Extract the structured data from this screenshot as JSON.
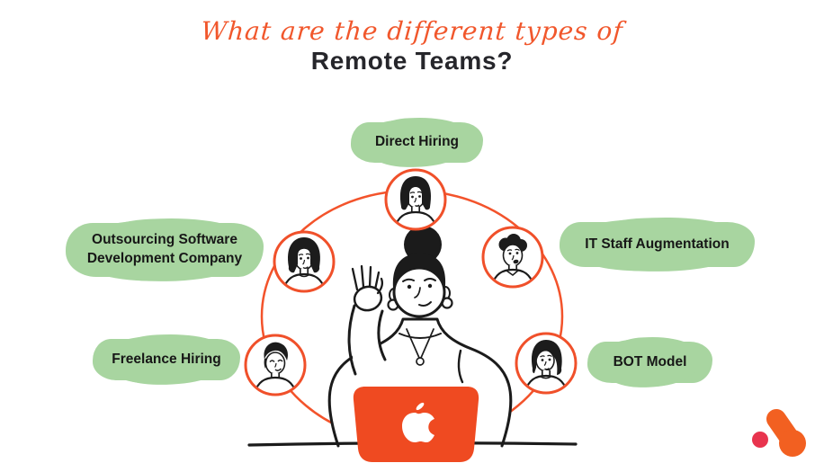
{
  "title": {
    "script": "What are the different types of",
    "main": "Remote Teams?"
  },
  "labels": {
    "direct": "Direct Hiring",
    "outsourcing": "Outsourcing Software\nDevelopment Company",
    "it_staff": "IT Staff Augmentation",
    "freelance": "Freelance Hiring",
    "bot": "BOT Model"
  },
  "icons": {
    "center": "woman-waving-at-laptop",
    "avatar_top": "woman-bob-avatar",
    "avatar_upper_left": "woman-wavy-bob-avatar",
    "avatar_upper_right": "man-curly-hair-avatar",
    "avatar_lower_left": "man-short-hair-avatar",
    "avatar_lower_right": "woman-side-part-avatar",
    "laptop": "orange-laptop-with-apple-logo",
    "brand": "orange-red-dots-logo"
  },
  "colors": {
    "accent_orange": "#F0502A",
    "label_green": "#A8D5A0",
    "text_dark": "#26262B",
    "laptop_orange": "#EF4A21",
    "logo_orange": "#F26021",
    "logo_red": "#E8344E"
  }
}
